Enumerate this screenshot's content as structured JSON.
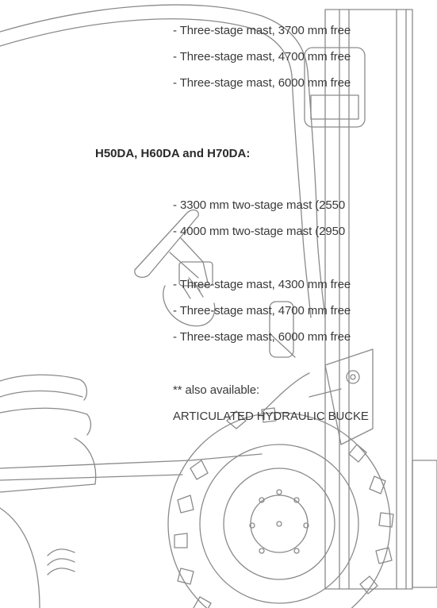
{
  "section_top": {
    "items": [
      "- Three-stage mast, 3700 mm free",
      "- Three-stage mast, 4700 mm free",
      "- Three-stage mast, 6000 mm free"
    ]
  },
  "section_h50": {
    "heading": "H50DA, H60DA and H70DA:",
    "two_stage": [
      "- 3300 mm two-stage mast (2550",
      "- 4000 mm two-stage mast (2950"
    ],
    "three_stage": [
      "- Three-stage mast, 4300 mm free",
      "- Three-stage mast, 4700 mm free",
      "- Three-stage mast, 6000 mm free"
    ]
  },
  "also_available": {
    "label": "** also available:",
    "item": "ARTICULATED HYDRAULIC BUCKE"
  },
  "colors": {
    "text": "#3a3a3a",
    "heading": "#2a2a2a",
    "illustration_stroke": "#8a8a8a"
  },
  "icons": {
    "background": "forklift-outline-illustration"
  }
}
